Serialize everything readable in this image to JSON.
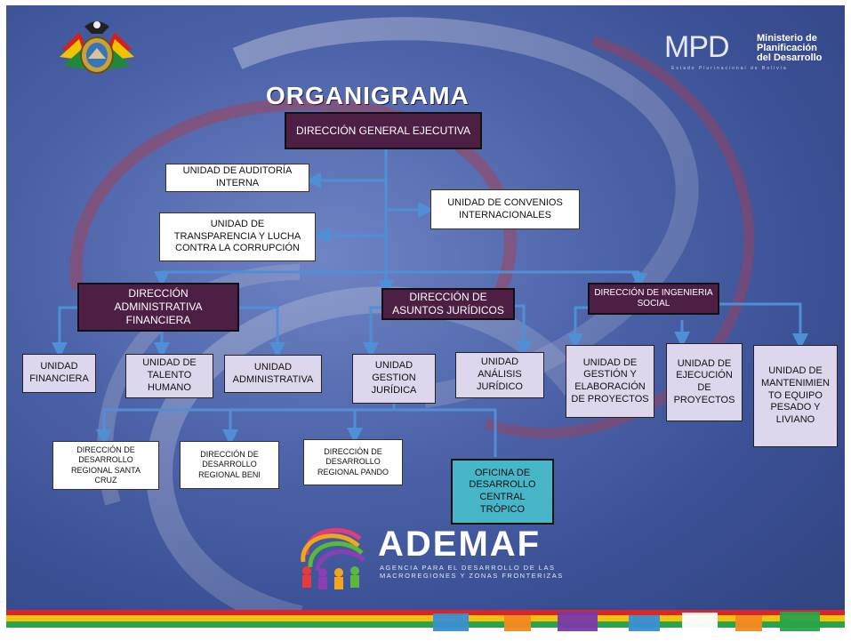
{
  "title": "ORGANIGRAMA",
  "mpd_logo": {
    "mark": "MPD",
    "line1": "Ministerio de",
    "line2": "Planificación",
    "line3": "del Desarrollo",
    "subtitle": "Estado Plurinacional de Bolivia"
  },
  "ademaf_logo": {
    "name": "ADEMAF",
    "tagline": "AGENCIA PARA EL DESARROLLO DE LAS\nMACROREGIONES Y ZONAS FRONTERIZAS"
  },
  "colors": {
    "background": "#4d64aa",
    "connector": "#4f8fd6",
    "direction_box": "#4d1f44",
    "unit_box": "#ddd6ec",
    "office_box": "#46b6c8"
  },
  "nodes": {
    "direccion_general": "DIRECCIÓN  GENERAL  EJECUTIVA",
    "auditoria": "UNIDAD DE AUDITORÍA\nINTERNA",
    "convenios": "UNIDAD DE CONVENIOS\nINTERNACIONALES",
    "transparencia": "UNIDAD DE\nTRANSPARENCIA Y LUCHA\nCONTRA LA CORRUPCIÓN",
    "dir_administrativa": "DIRECCIÓN\nADMINISTRATIVA\nFINANCIERA",
    "dir_juridicos": "DIRECCIÓN  DE\nASUNTOS  JURÍDICOS",
    "dir_ingenieria": "DIRECCIÓN DE INGENIERIA\nSOCIAL",
    "u_financiera": "UNIDAD\nFINANCIERA",
    "u_talento": "UNIDAD DE\nTALENTO\nHUMANO",
    "u_administrativa": "UNIDAD\nADMINISTRATIVA",
    "u_gestion_juridica": "UNIDAD\nGESTION\nJURÍDICA",
    "u_analisis": "UNIDAD\nANÁLISIS\nJURÍDICO",
    "u_gestion_proyectos": "UNIDAD DE\nGESTIÓN  Y\nELABORACIÓN\nDE PROYECTOS",
    "u_ejecucion": "UNIDAD DE\nEJECUCIÓN\nDE\nPROYECTOS",
    "u_mantenimiento": "UNIDAD DE\nMANTENIMIEN\nTO EQUIPO\nPESADO Y\nLIVIANO",
    "reg_santa_cruz": "DIRECCIÓN DE\nDESARROLLO\nREGIONAL SANTA\nCRUZ",
    "reg_beni": "DIRECCIÓN DE\nDESARROLLO\nREGIONAL BENI",
    "reg_pando": "DIRECCIÓN DE\nDESARROLLO\nREGIONAL PANDO",
    "oficina_tropico": "OFICINA DE\nDESARROLLO\nCENTRAL\nTRÓPICO"
  }
}
